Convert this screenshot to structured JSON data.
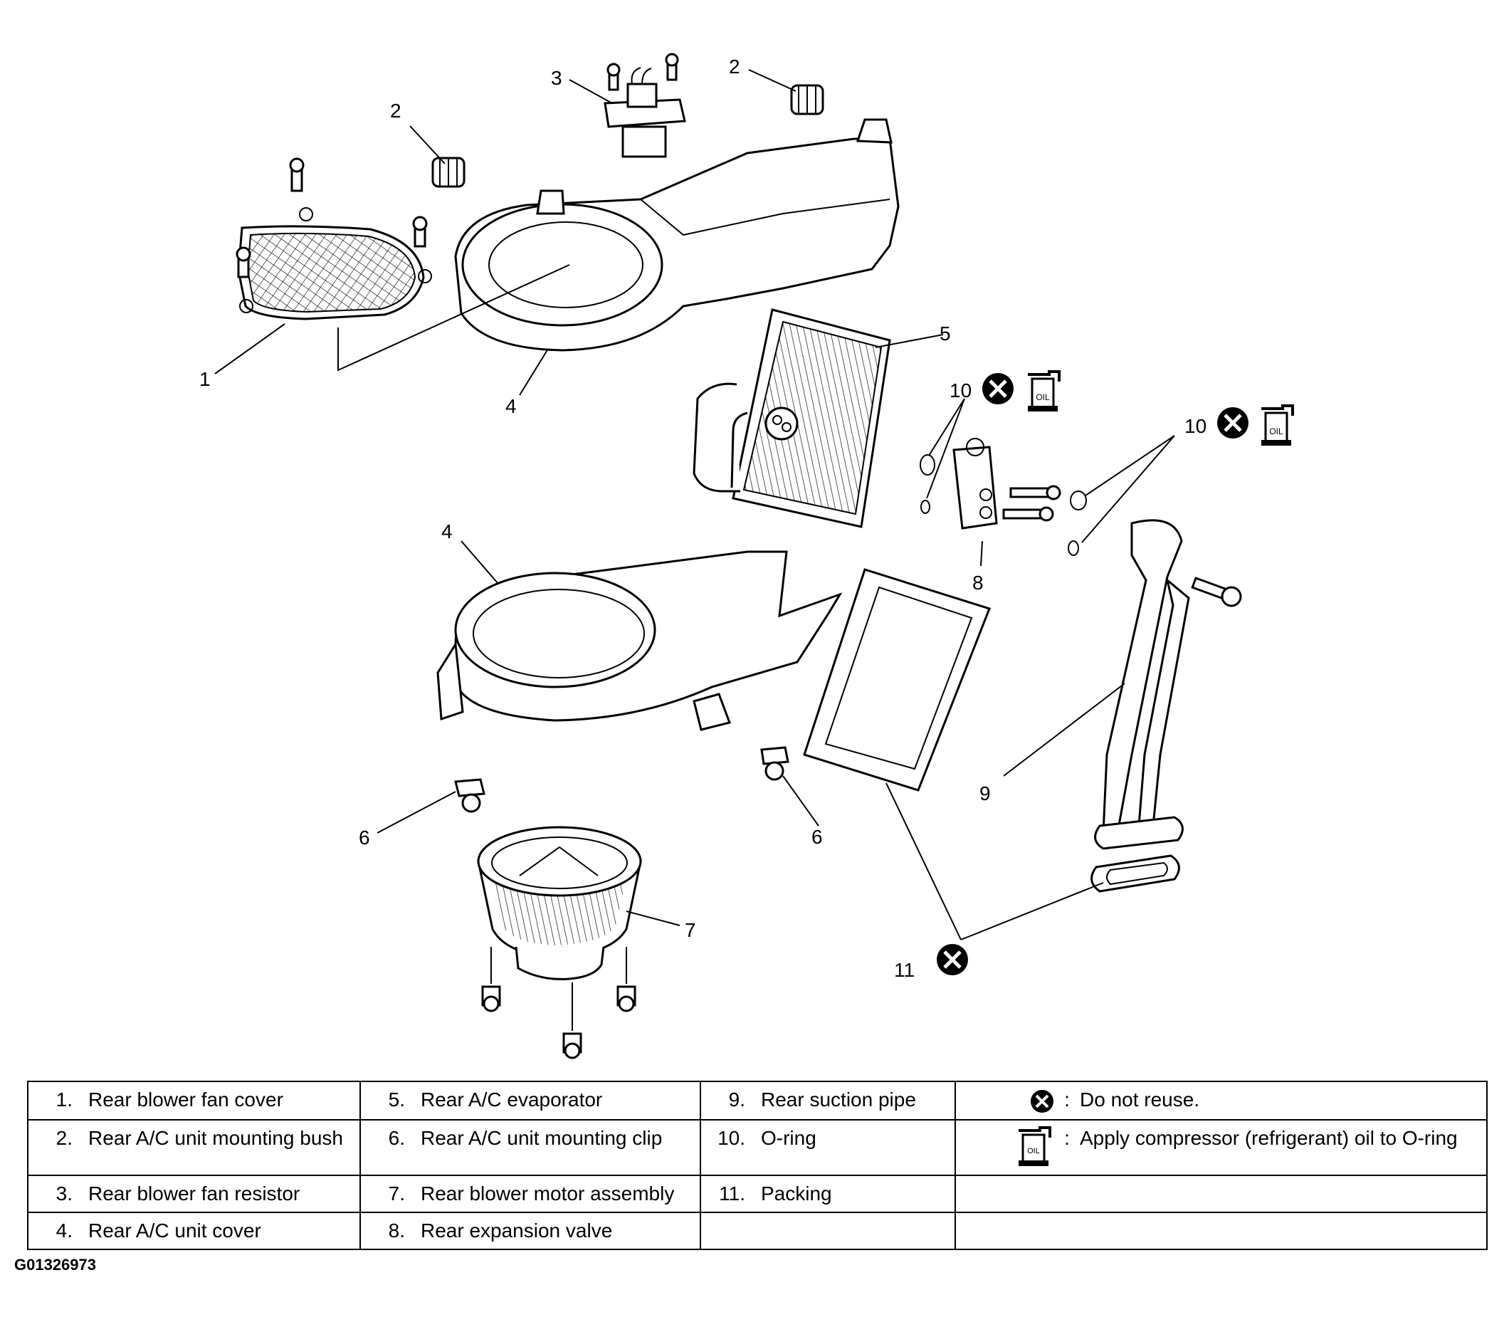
{
  "callouts": {
    "c1": "1",
    "c2a": "2",
    "c2b": "2",
    "c3": "3",
    "c4a": "4",
    "c4b": "4",
    "c5": "5",
    "c6a": "6",
    "c6b": "6",
    "c7": "7",
    "c8": "8",
    "c9": "9",
    "c10a": "10",
    "c10b": "10",
    "c11": "11"
  },
  "icons": {
    "do_not_reuse": "do-not-reuse-icon",
    "oil_can": "oil-can-icon",
    "oil_label": "OIL"
  },
  "legend": {
    "rows": [
      [
        {
          "num": "1.",
          "label": "Rear blower fan cover"
        },
        {
          "num": "5.",
          "label": "Rear A/C evaporator"
        },
        {
          "num": "9.",
          "label": "Rear suction pipe"
        }
      ],
      [
        {
          "num": "2.",
          "label": "Rear A/C unit mounting bush"
        },
        {
          "num": "6.",
          "label": "Rear A/C unit mounting clip"
        },
        {
          "num": "10.",
          "label": "O-ring"
        }
      ],
      [
        {
          "num": "3.",
          "label": "Rear blower fan resistor"
        },
        {
          "num": "7.",
          "label": "Rear blower motor assembly"
        },
        {
          "num": "11.",
          "label": "Packing"
        }
      ],
      [
        {
          "num": "4.",
          "label": "Rear A/C unit cover"
        },
        {
          "num": "8.",
          "label": "Rear expansion valve"
        },
        {
          "num": "",
          "label": ""
        }
      ]
    ],
    "symbols": [
      {
        "colon": ":",
        "text": "Do not reuse."
      },
      {
        "colon": ":",
        "text": "Apply compressor (refrigerant) oil to O-ring"
      }
    ]
  },
  "figure_id": "G01326973"
}
